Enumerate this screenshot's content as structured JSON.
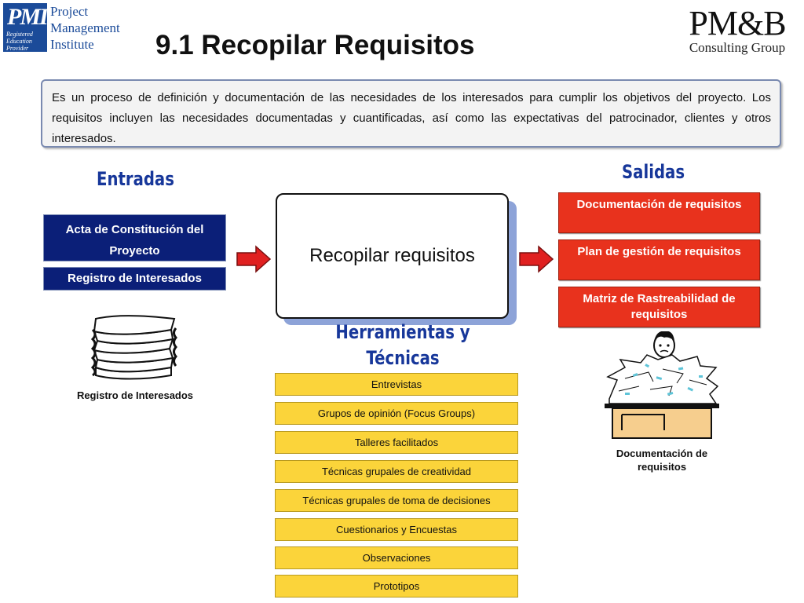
{
  "logos": {
    "pmi": {
      "mark": "PMI",
      "mark_small": [
        "Registered",
        "Education",
        "Provider"
      ],
      "words": [
        "Project",
        "Management",
        "Institute"
      ]
    },
    "pmb": {
      "name": "PM&B",
      "subtitle": "Consulting Group"
    }
  },
  "title": "9.1 Recopilar Requisitos",
  "description": "Es un proceso de definición y documentación de las necesidades de los interesados para cumplir los objetivos del proyecto. Los requisitos incluyen las necesidades documentadas y cuantificadas, así como las expectativas del patrocinador, clientes y otros interesados.",
  "inputs": {
    "heading": "Entradas",
    "items": [
      "Acta de Constitución del Proyecto",
      "Registro de Interesados"
    ],
    "illustration_caption": "Registro de Interesados"
  },
  "process": {
    "label": "Recopilar requisitos"
  },
  "tools": {
    "heading_line1": "Herramientas y",
    "heading_line2": "Técnicas",
    "items": [
      "Entrevistas",
      "Grupos de opinión (Focus Groups)",
      "Talleres facilitados",
      "Técnicas grupales de creatividad",
      "Técnicas grupales de toma de decisiones",
      "Cuestionarios y Encuestas",
      "Observaciones",
      "Prototipos"
    ]
  },
  "outputs": {
    "heading": "Salidas",
    "items": [
      "Documentación de requisitos",
      "Plan de gestión de requisitos",
      "Matriz de Rastreabilidad de requisitos"
    ],
    "illustration_caption_line1": "Documentación de",
    "illustration_caption_line2": "requisitos"
  },
  "colors": {
    "heading_blue": "#17379a",
    "input_navy": "#0b1f78",
    "output_red": "#e8321d",
    "tool_yellow": "#fbd43a",
    "arrow_red": "#e02020",
    "process_shadow": "#8da3d8"
  },
  "icons": [
    "paper-stack-icon",
    "person-at-desk-icon",
    "right-arrow-icon"
  ]
}
